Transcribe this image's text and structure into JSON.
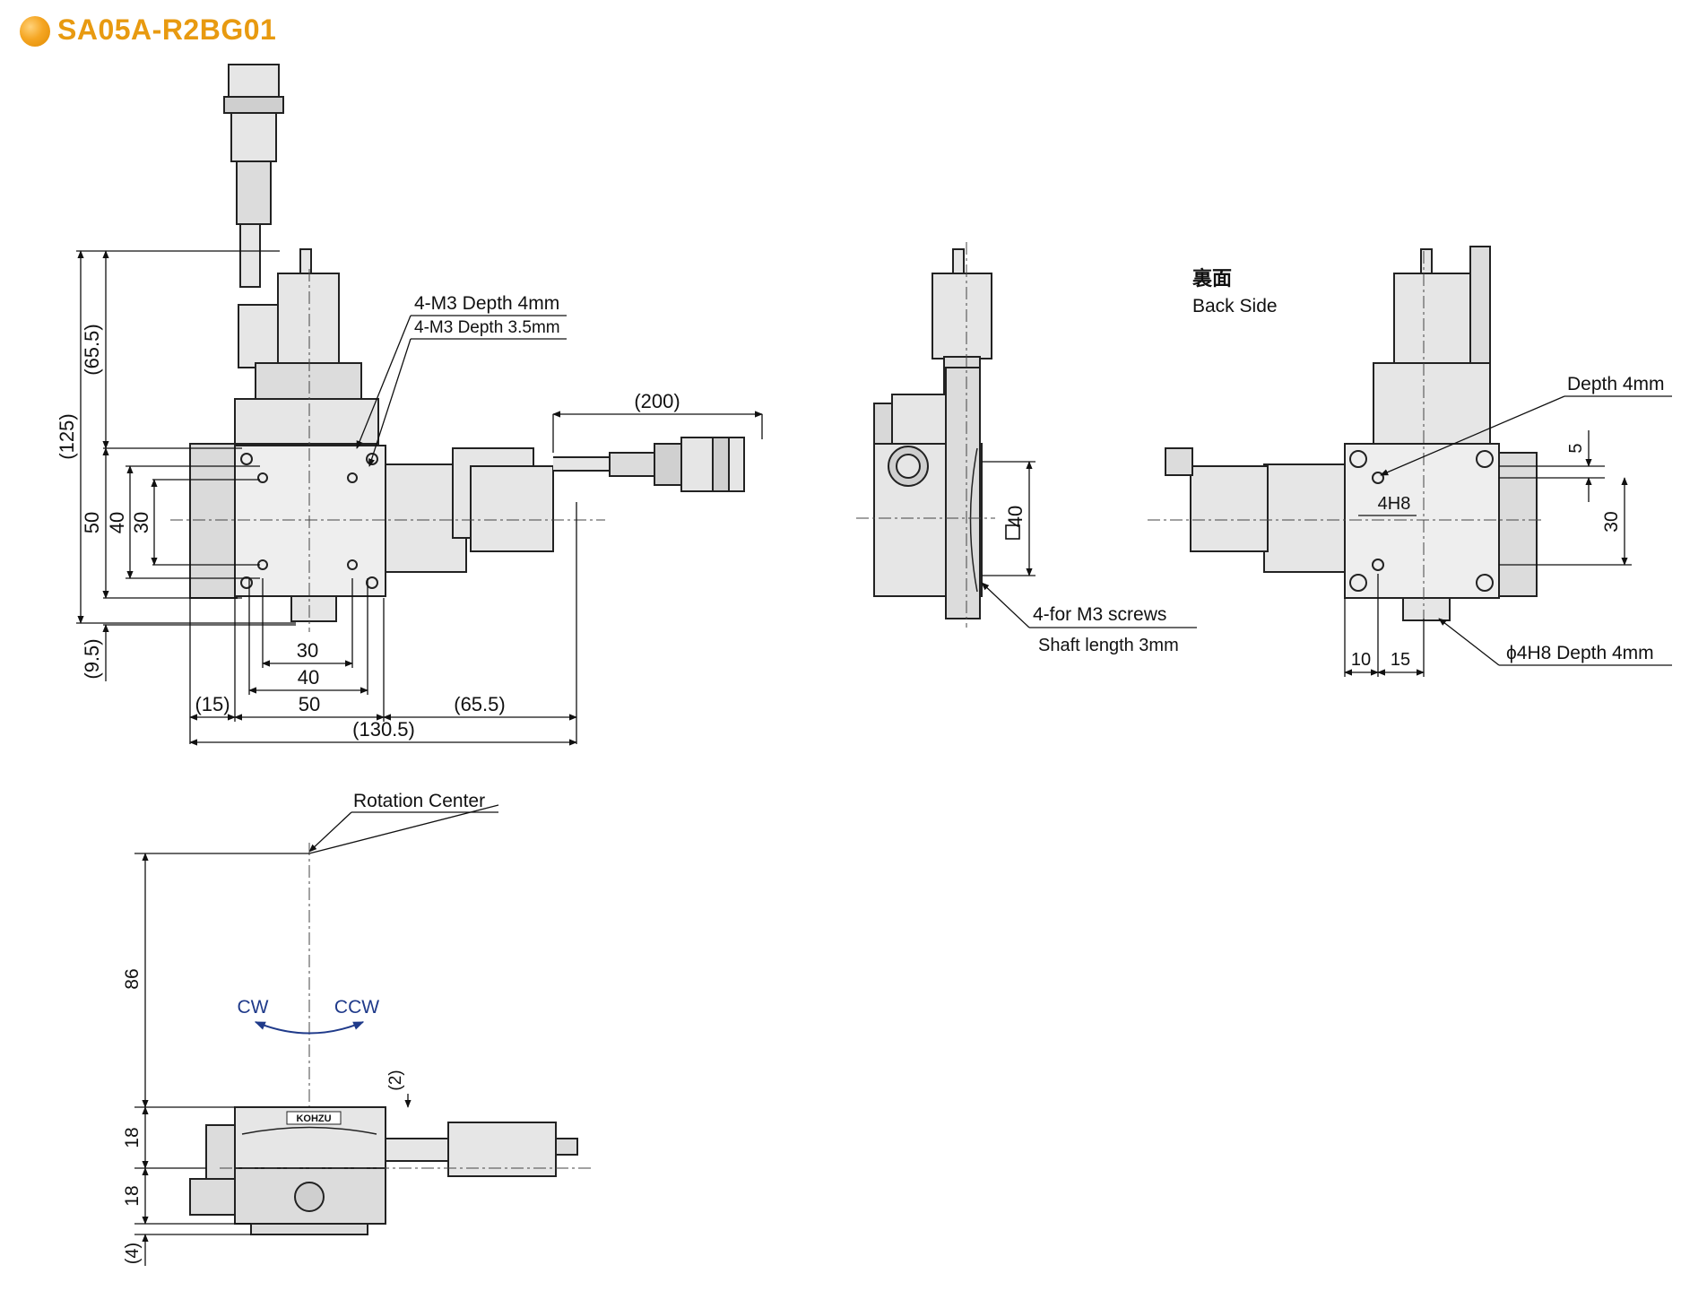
{
  "header": {
    "title": "SA05A-R2BG01",
    "accent": "#f5a623"
  },
  "colors": {
    "body": "#e6e6e6",
    "dark": "#9a9a9a",
    "arrow": "#1f3a8a"
  },
  "top_view": {
    "dims": {
      "d125": "(125)",
      "d65_5": "(65.5)",
      "d50": "50",
      "d40": "40",
      "d30": "30",
      "d9_5": "(9.5)",
      "b30": "30",
      "b40": "40",
      "b50": "50",
      "b15": "(15)",
      "b65_5": "(65.5)",
      "b130_5": "(130.5)",
      "d200": "(200)"
    },
    "notes": {
      "m3_4mm": "4-M3 Depth 4mm",
      "m3_3_5mm": "4-M3 Depth 3.5mm"
    }
  },
  "side_view": {
    "dims": {
      "sq40": "40"
    },
    "notes": {
      "screws": "4-for M3 screws",
      "shaft": "Shaft length 3mm"
    }
  },
  "back_view": {
    "label_jp": "裏面",
    "label_en": "Back Side",
    "notes": {
      "depth4": "Depth 4mm",
      "phi4h8": "ϕ4H8 Depth 4mm",
      "h4h8": "4H8"
    },
    "dims": {
      "d5": "5",
      "d30": "30",
      "d10": "10",
      "d15": "15"
    }
  },
  "front_view": {
    "rotation_center": "Rotation Center",
    "cw": "CW",
    "ccw": "CCW",
    "logo": "KOHZU",
    "dims": {
      "d86": "86",
      "d18a": "18",
      "d18b": "18",
      "d4": "(4)",
      "d2": "(2)"
    }
  }
}
